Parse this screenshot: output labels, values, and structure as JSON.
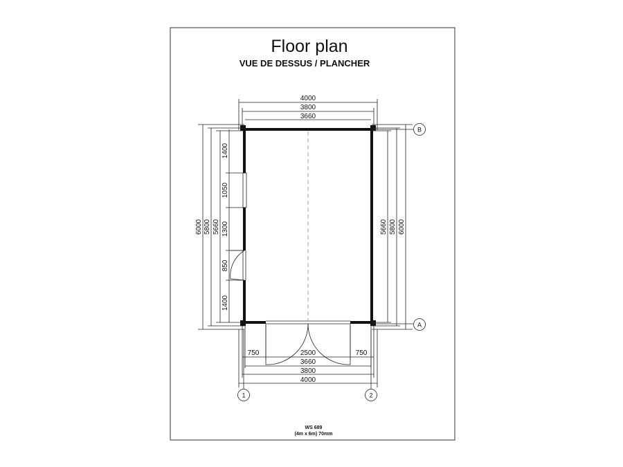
{
  "title": "Floor plan",
  "subtitle": "VUE DE DESSUS / PLANCHER",
  "top_dims": {
    "overall": "4000",
    "mid": "3800",
    "inner": "3660"
  },
  "bottom_dims": {
    "left_seg": "750",
    "door": "2500",
    "right_seg": "750",
    "inner": "3660",
    "mid": "3800",
    "overall": "4000"
  },
  "left_dims": {
    "overall": "6000",
    "mid": "5800",
    "inner": "5660",
    "seg_top": "1400",
    "seg_window": "1050",
    "seg_mid": "1300",
    "seg_door": "850",
    "seg_bottom": "1400"
  },
  "right_dims": {
    "inner": "5660",
    "mid": "5800",
    "overall": "6000"
  },
  "grid": {
    "B": "B",
    "A": "A",
    "c1": "1",
    "c2": "2"
  },
  "footer": {
    "model": "WS 689",
    "size": "(4m x 6m) 70mm"
  }
}
